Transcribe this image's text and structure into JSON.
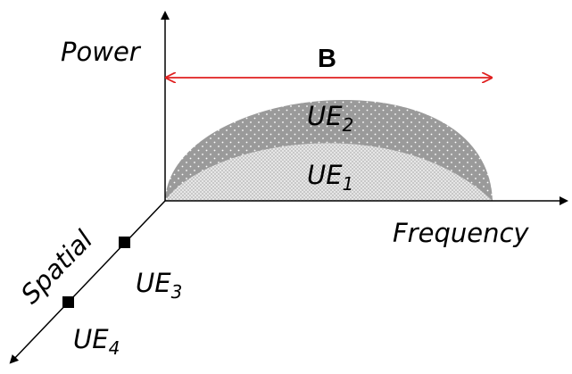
{
  "axes": {
    "power_label": "Power",
    "frequency_label": "Frequency",
    "spatial_label": "Spatial"
  },
  "bandwidth": {
    "label": "B",
    "arrow_color": "#e02020"
  },
  "users": {
    "ue1": {
      "base": "UE",
      "sub": "1"
    },
    "ue2": {
      "base": "UE",
      "sub": "2"
    },
    "ue3": {
      "base": "UE",
      "sub": "3"
    },
    "ue4": {
      "base": "UE",
      "sub": "4"
    }
  },
  "colors": {
    "ue2_fill": "#9a9a9a",
    "ue1_fill": "#cfcfcf",
    "axis": "#000000",
    "marker": "#000000"
  }
}
